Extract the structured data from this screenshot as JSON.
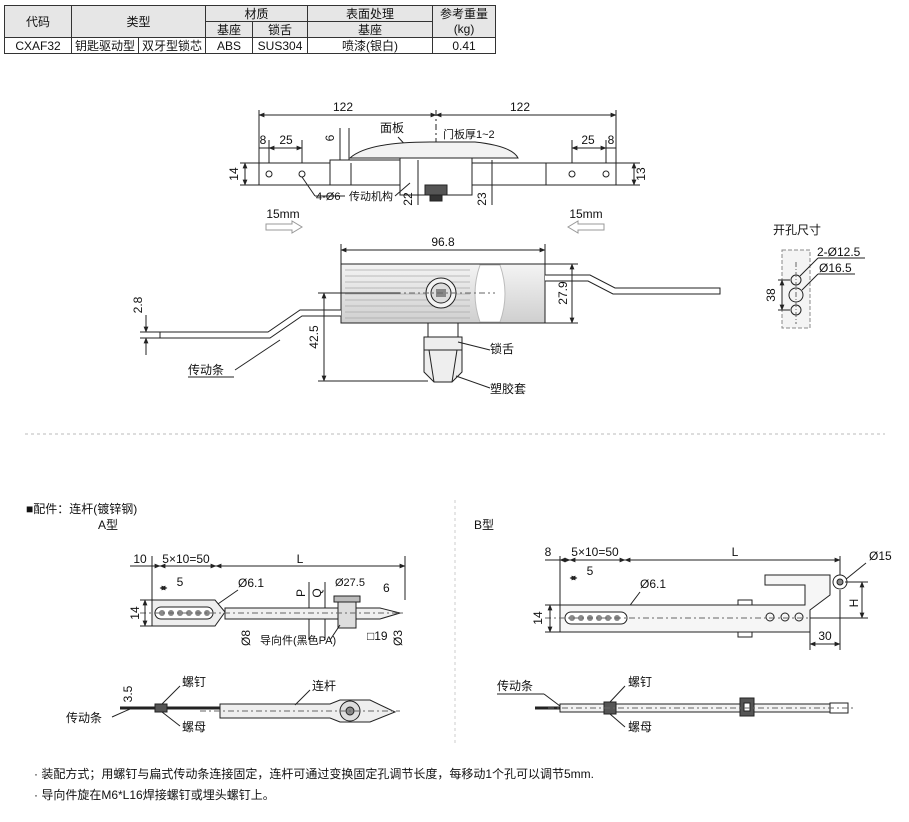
{
  "table": {
    "h_code": "代码",
    "h_type": "类型",
    "h_material": "材质",
    "h_surface": "表面处理",
    "h_weight": "参考重量",
    "h_weight_unit": "(kg)",
    "h_base": "基座",
    "h_tongue": "锁舌",
    "h_surface_base": "基座",
    "row": {
      "code": "CXAF32",
      "type1": "钥匙驱动型",
      "type2": "双牙型锁芯",
      "base": "ABS",
      "tongue": "SUS304",
      "surface": "喷漆(银白)",
      "weight": "0.41"
    }
  },
  "top_view": {
    "dim_left": "122",
    "dim_right": "122",
    "dim_8_l": "8",
    "dim_25_l": "25",
    "dim_6": "6",
    "label_panel": "面板",
    "label_door": "门板厚1~2",
    "dim_25_r": "25",
    "dim_8_r": "8",
    "dim_14": "14",
    "dim_13": "13",
    "label_holes": "4-Ø6",
    "label_mech": "传动机构",
    "dim_22": "22",
    "dim_23": "23",
    "travel_l": "15mm",
    "travel_r": "15mm"
  },
  "front_view": {
    "dim_968": "96.8",
    "dim_279": "27.9",
    "dim_28": "2.8",
    "dim_425": "42.5",
    "label_tongue": "锁舌",
    "label_bar": "传动条",
    "label_sleeve": "塑胶套"
  },
  "cutout": {
    "title": "开孔尺寸",
    "d1": "2-Ø12.5",
    "d2": "Ø16.5",
    "dim_38": "38"
  },
  "accessory": {
    "title": "■配件：连杆(镀锌钢)",
    "type_a": "A型",
    "type_b": "B型"
  },
  "type_a": {
    "d10": "10",
    "d5x10": "5×10=50",
    "dL": "L",
    "d5": "5",
    "d61": "Ø6.1",
    "dP": "P",
    "dQ": "Q",
    "d275": "Ø27.5",
    "d6": "6",
    "d14": "14",
    "guide": "导向件(黑色PA)",
    "sq19": "□19",
    "d8": "Ø8",
    "d3": "Ø3",
    "d35": "3.5",
    "screw": "螺钉",
    "rod": "连杆",
    "bar": "传动条",
    "nut": "螺母"
  },
  "type_b": {
    "d8": "8",
    "d5x10": "5×10=50",
    "dL": "L",
    "d15": "Ø15",
    "d5": "5",
    "d61": "Ø6.1",
    "dH": "H",
    "d14": "14",
    "d30": "30",
    "bar": "传动条",
    "screw": "螺钉",
    "nut": "螺母"
  },
  "notes": {
    "n1": "· 装配方式；用螺钉与扁式传动条连接固定，连杆可通过变换固定孔调节长度，每移动1个孔可以调节5mm.",
    "n2": "· 导向件旋在M6*L16焊接螺钉或埋头螺钉上。"
  }
}
